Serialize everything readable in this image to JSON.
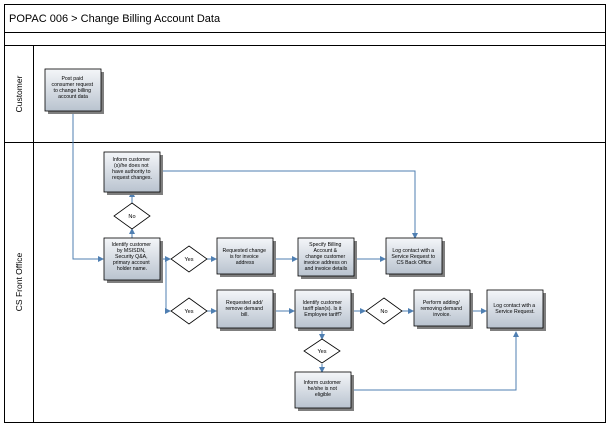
{
  "title": "POPAC 006 > Change Billing Account Data",
  "lanes": {
    "customer": "Customer",
    "front_office": "CS Front Office"
  },
  "processes": {
    "request": [
      "Post paid",
      "consumer request",
      "to change billing",
      "account data"
    ],
    "inform_no_authority": [
      "Inform customer",
      "(s)/he does not",
      "have authority to",
      "request changes."
    ],
    "identify_customer": [
      "Identify customer",
      "by MSISDN,",
      "Security Q&A,",
      "primary account",
      "holder name."
    ],
    "requested_change_invoice": [
      "Requested change",
      "is for invoice",
      "address"
    ],
    "specify_billing": [
      "Specify Billing",
      "Account &",
      "change customer",
      "invoice address on",
      "and invoice details"
    ],
    "log_back_office": [
      "Log contact with a",
      "Service Request to",
      "CS Back Office"
    ],
    "requested_add_remove": [
      "Requested add/",
      "remove demand",
      "bill."
    ],
    "identify_tariff": [
      "Identify customer",
      "tariff plan(s). Is it",
      "Employee tariff?"
    ],
    "perform_adding": [
      "Perform adding/",
      "removing demand",
      "invoice."
    ],
    "log_service_request": [
      "Log contact with a",
      "Service Request."
    ],
    "inform_not_eligible": [
      "Inform customer",
      "he/she is not",
      "eligible"
    ]
  },
  "decisions": {
    "no_authority": "No",
    "yes_invoice": "Yes",
    "yes_demand": "Yes",
    "no_employee": "No",
    "yes_employee": "Yes"
  },
  "colors": {
    "connector": "#4f7fb2",
    "box_top": "#f4f6f9",
    "box_bottom": "#b9c3cf",
    "shadow": "#7f7f7f"
  }
}
